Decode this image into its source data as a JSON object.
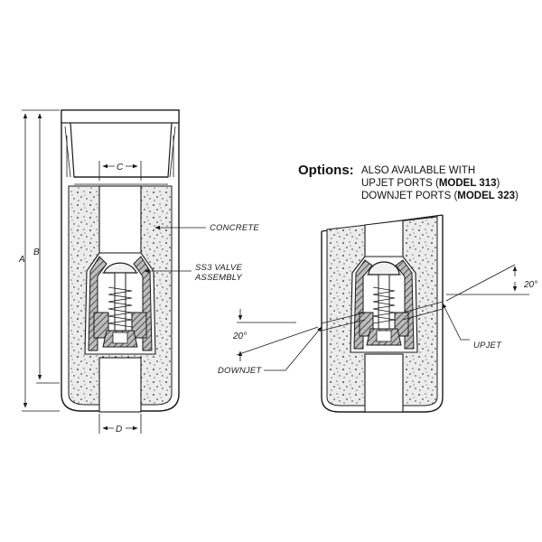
{
  "options": {
    "heading": "Options:",
    "line1": "ALSO AVAILABLE WITH",
    "line2_prefix": "UPJET PORTS (",
    "line2_model": "MODEL 313",
    "line2_suffix": ")",
    "line3_prefix": "DOWNJET PORTS (",
    "line3_model": "MODEL 323",
    "line3_suffix": ")"
  },
  "dimensions": {
    "a": "A",
    "b": "B",
    "c": "C",
    "d": "D"
  },
  "labels": {
    "concrete": "CONCRETE",
    "valve_line1": "SS3 VALVE",
    "valve_line2": "ASSEMBLY",
    "downjet": "DOWNJET",
    "upjet": "UPJET",
    "angle_left": "20°",
    "angle_right": "20°"
  }
}
